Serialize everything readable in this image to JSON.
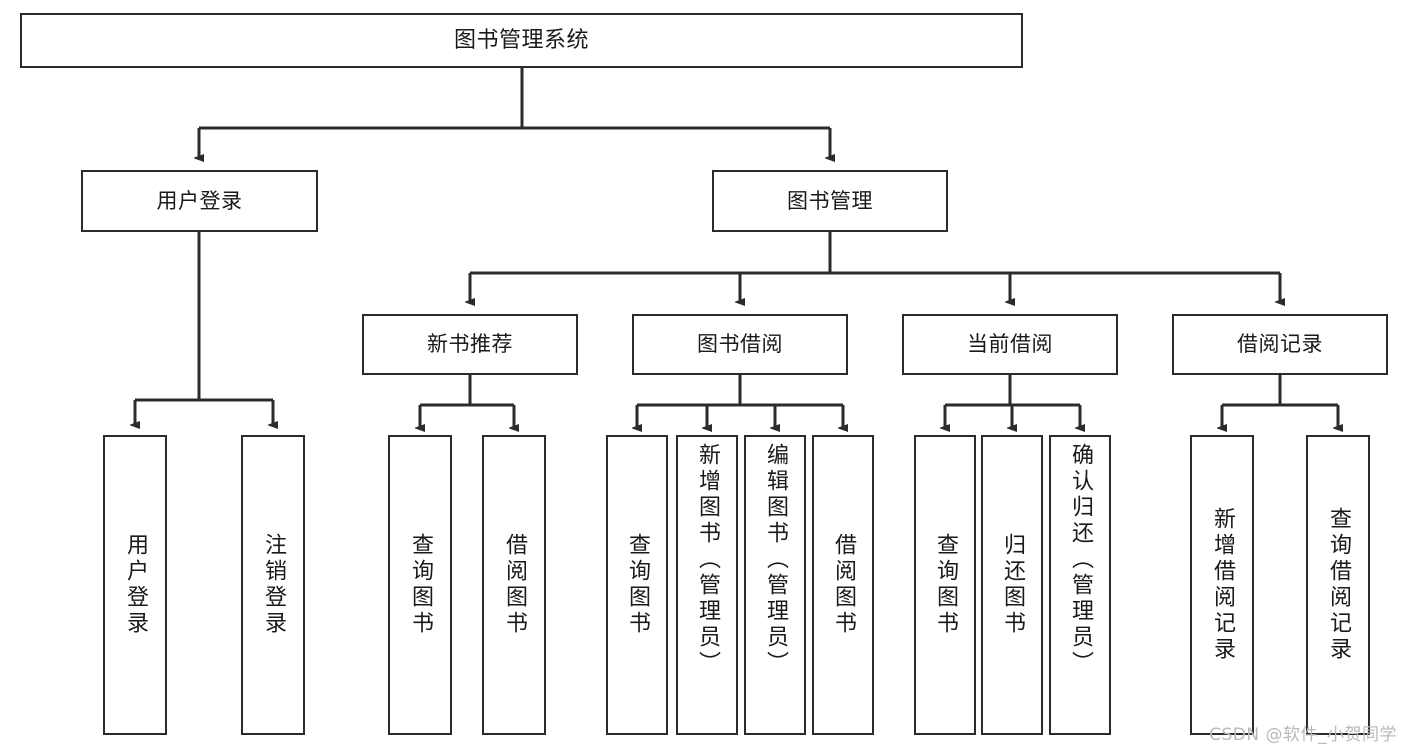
{
  "diagram": {
    "title": "图书管理系统",
    "type": "tree-hierarchy-chart",
    "stroke_color": "#2b2b2b",
    "fill_color": "#ffffff",
    "text_color": "#1a1a1a"
  },
  "watermark": {
    "text": "CSDN @软件_小贺同学",
    "color": "#b9b9b9"
  },
  "nodes": {
    "root": {
      "label": "图书管理系统"
    },
    "level2": [
      {
        "label": "用户登录"
      },
      {
        "label": "图书管理"
      }
    ],
    "level3": [
      {
        "label": "新书推荐"
      },
      {
        "label": "图书借阅"
      },
      {
        "label": "当前借阅"
      },
      {
        "label": "借阅记录"
      }
    ],
    "leaves": {
      "user_login": [
        {
          "label": "用户登录"
        },
        {
          "label": "注销登录"
        }
      ],
      "new_book": [
        {
          "label": "查询图书"
        },
        {
          "label": "借阅图书"
        }
      ],
      "borrow_book": [
        {
          "label": "查询图书"
        },
        {
          "label": "新增图书（管理员）"
        },
        {
          "label": "编辑图书（管理员）"
        },
        {
          "label": "借阅图书"
        }
      ],
      "current_borrow": [
        {
          "label": "查询图书"
        },
        {
          "label": "归还图书"
        },
        {
          "label": "确认归还（管理员）"
        }
      ],
      "borrow_record": [
        {
          "label": "新增借阅记录"
        },
        {
          "label": "查询借阅记录"
        }
      ]
    }
  }
}
